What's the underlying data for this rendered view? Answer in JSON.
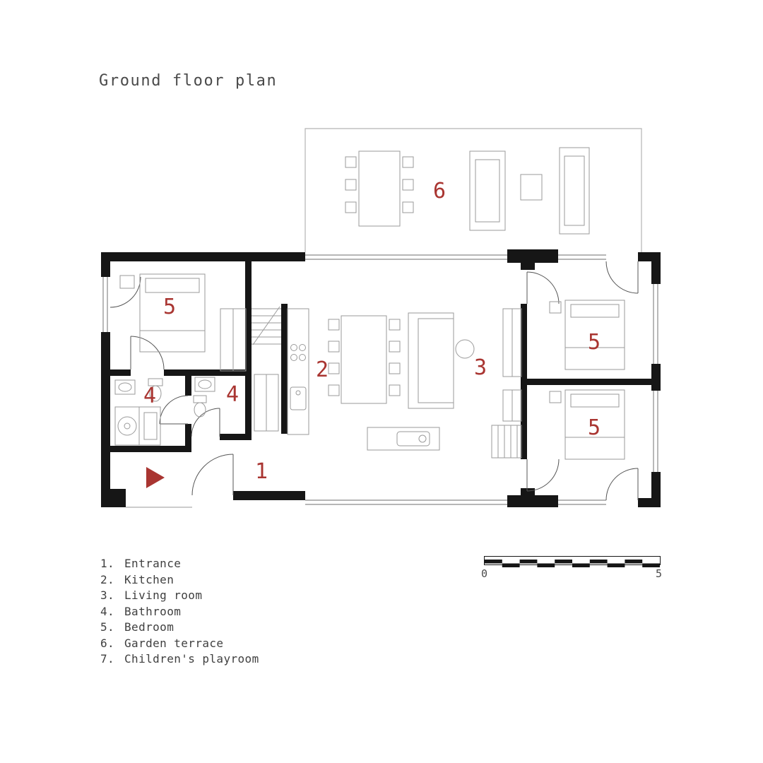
{
  "title": "Ground floor plan",
  "colors": {
    "accent_red": "#a93531",
    "wall_black": "#161616",
    "furniture_gray": "#9a9a9a",
    "terrace_gray": "#b3b3b3",
    "text_gray": "#3f3f3f"
  },
  "plan": {
    "room_numbers": [
      {
        "name": "garden-terrace",
        "label": "6"
      },
      {
        "name": "bedroom-top-left",
        "label": "5"
      },
      {
        "name": "kitchen",
        "label": "2"
      },
      {
        "name": "bathroom-left",
        "label": "4"
      },
      {
        "name": "bathroom-right",
        "label": "4"
      },
      {
        "name": "entrance",
        "label": "1"
      },
      {
        "name": "living-room",
        "label": "3"
      },
      {
        "name": "bedroom-right-top",
        "label": "5"
      },
      {
        "name": "bedroom-right-bottom",
        "label": "5"
      }
    ]
  },
  "legend": {
    "items": [
      {
        "num": "1.",
        "label": "Entrance"
      },
      {
        "num": "2.",
        "label": "Kitchen"
      },
      {
        "num": "3.",
        "label": "Living room"
      },
      {
        "num": "4.",
        "label": "Bathroom"
      },
      {
        "num": "5.",
        "label": "Bedroom"
      },
      {
        "num": "6.",
        "label": "Garden terrace"
      },
      {
        "num": "7.",
        "label": "Children's playroom"
      }
    ]
  },
  "scale_bar": {
    "start_label": "0",
    "end_label": "5"
  }
}
